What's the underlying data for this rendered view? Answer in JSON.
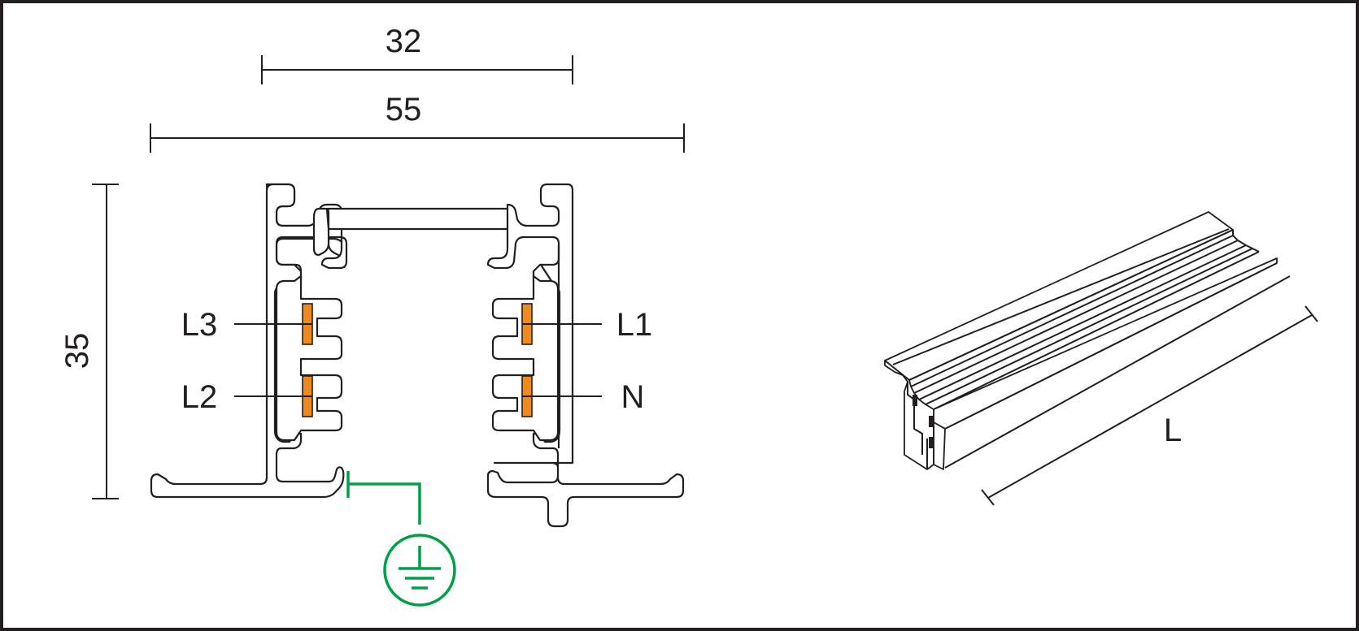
{
  "dimensions": {
    "inner_width": "32",
    "outer_width": "55",
    "height": "35",
    "length": "L"
  },
  "conductors": {
    "left_top": "L3",
    "left_bottom": "L2",
    "right_top": "L1",
    "right_bottom": "N"
  },
  "colors": {
    "outline": "#231f20",
    "conductor": "#f08a1c",
    "earth": "#00a048",
    "background": "#ffffff"
  },
  "icons": {
    "earth_symbol": "ground-icon"
  }
}
